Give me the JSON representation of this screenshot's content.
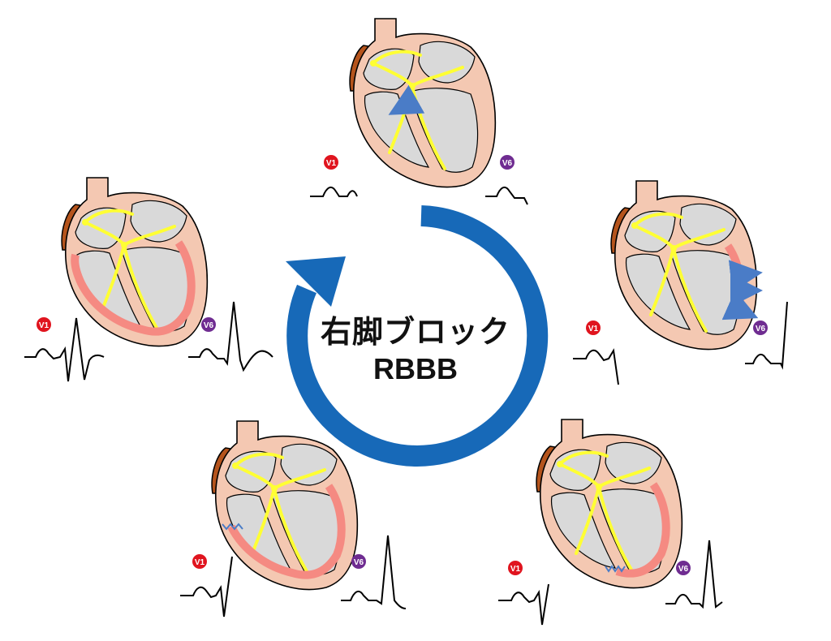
{
  "title": {
    "line1": "右脚ブロック",
    "line2": "RBBB"
  },
  "lead_labels": {
    "v1": "V1",
    "v6": "V6"
  },
  "colors": {
    "cycle_arrow": "#1769b8",
    "v1_badge": "#e0141e",
    "v6_badge": "#6f2c91",
    "heart_wall": "#f4c8b2",
    "heart_depolarized": "#f58a82",
    "heart_chamber": "#d9d9d9",
    "conduction": "#ffff33",
    "vessel": "#b5541c",
    "activation_arrow": "#4a7cc7",
    "ecg_trace": "#000000"
  },
  "icons": {
    "cycle": "circular-arrow-icon",
    "activation": "activation-arrow-icon",
    "wavefront": "wavefront-zigzag-icon"
  }
}
